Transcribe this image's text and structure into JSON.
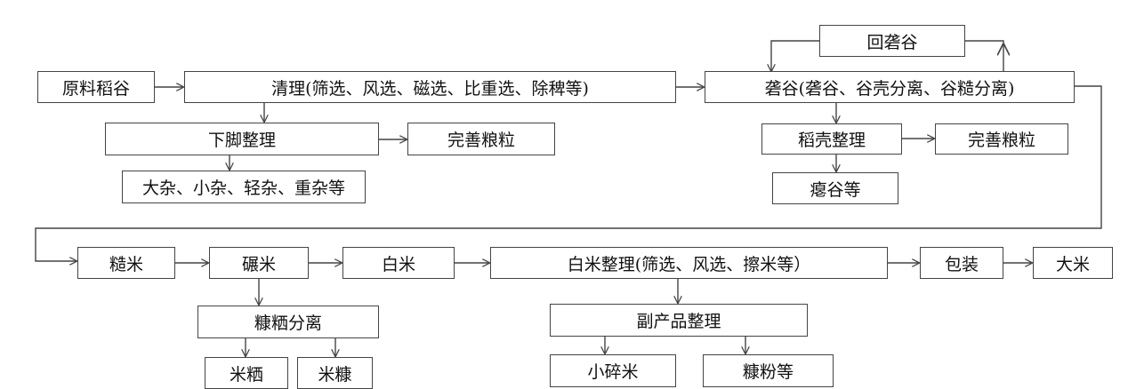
{
  "nodes": {
    "raw_grain": "原料稻谷",
    "cleaning": "清理(筛选、风选、磁选、比重选、除稗等)",
    "bottom_proc": "下脚整理",
    "perfect1": "完善粮粒",
    "impurities": "大杂、小杂、轻杂、重杂等",
    "hulling": "砻谷(砻谷、谷壳分离、谷糙分离)",
    "return_grain": "回砻谷",
    "husk_proc": "稻壳整理",
    "perfect2": "完善粮粒",
    "shrivel": "瘪谷等",
    "brown_rice": "糙米",
    "milling": "碾米",
    "white_rice": "白米",
    "white_proc": "白米整理(筛选、风选、擦米等）",
    "packaging": "包装",
    "rice": "大米",
    "bran_sep": "糠粞分离",
    "rice_grits": "米粞",
    "rice_bran": "米糠",
    "byproduct": "副产品整理",
    "broken_rice": "小碎米",
    "bran_powder": "糠粉等"
  }
}
